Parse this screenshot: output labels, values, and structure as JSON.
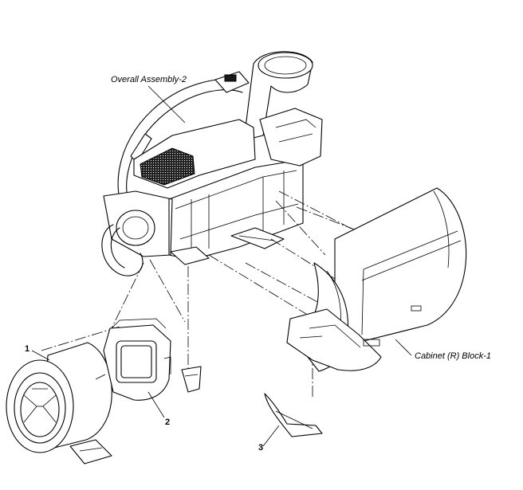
{
  "labels": {
    "assembly_top": "Overall Assembly-2",
    "cabinet_right": "Cabinet (R) Block-1"
  },
  "callouts": [
    "1",
    "2",
    "3"
  ]
}
